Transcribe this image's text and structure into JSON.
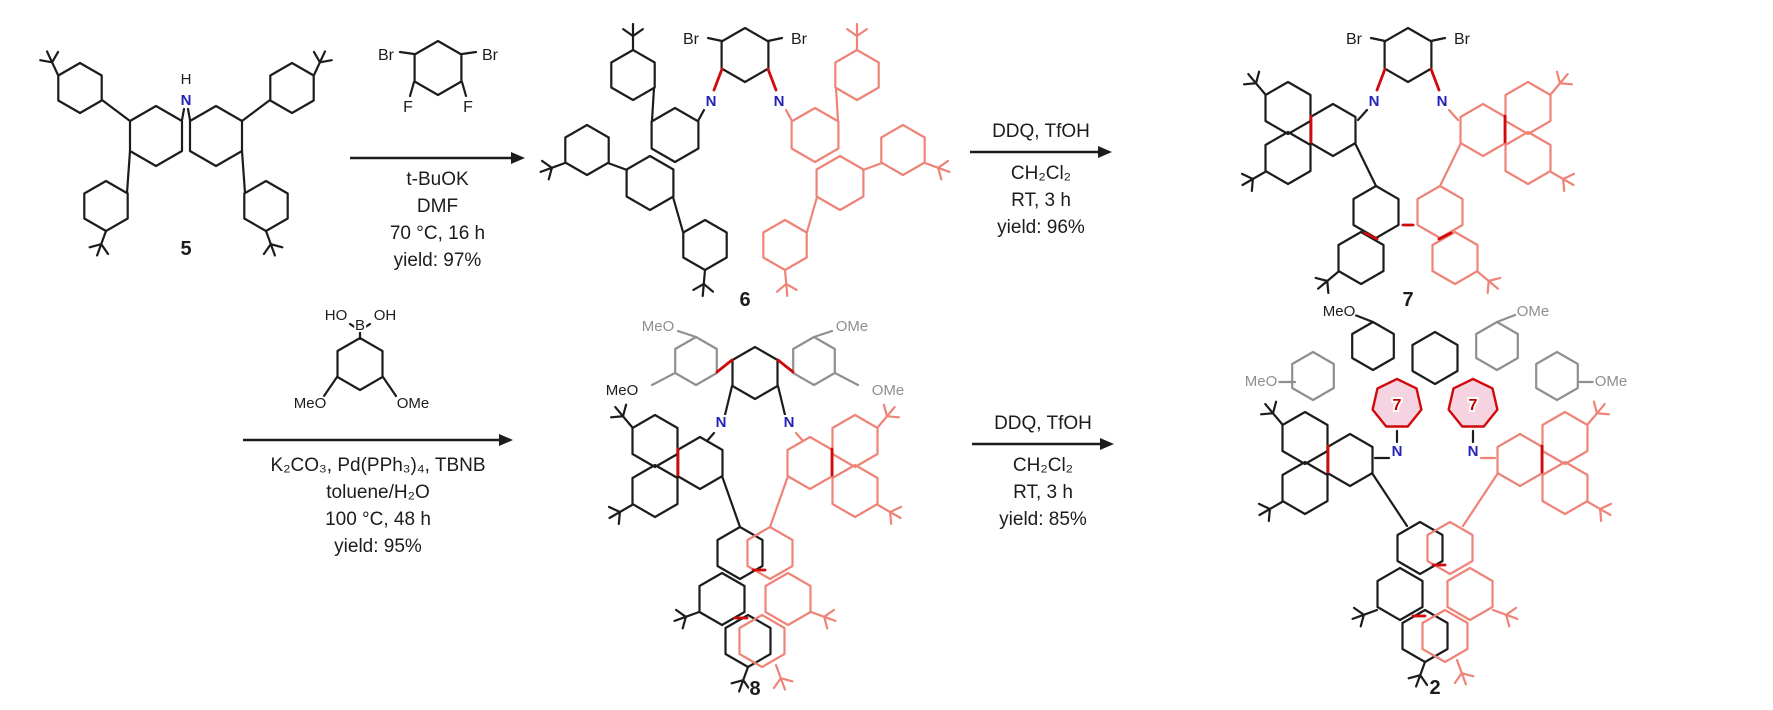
{
  "colors": {
    "black": "#1c1c1c",
    "salmon": "#ee8377",
    "bond_red": "#cf0a0a",
    "nitrogen_blue": "#2323b8",
    "gray": "#8f8f8f",
    "ring_pink": "#f6d3e0",
    "ring7_red": "#c00000"
  },
  "compounds": {
    "c5": {
      "number": "5",
      "atoms": {
        "NH_H": "H",
        "NH_N": "N"
      }
    },
    "c6": {
      "number": "6",
      "atoms": {
        "Br_left": "Br",
        "Br_right": "Br",
        "N_left": "N",
        "N_right": "N"
      }
    },
    "c7": {
      "number": "7",
      "atoms": {
        "Br_left": "Br",
        "Br_right": "Br",
        "N_left": "N",
        "N_right": "N"
      }
    },
    "c8": {
      "number": "8",
      "atoms": {
        "MeO_left_top": "MeO",
        "MeO_left": "MeO",
        "OMe_right_top": "OMe",
        "OMe_right": "OMe",
        "N_left": "N",
        "N_right": "N"
      }
    },
    "c2": {
      "number": "2",
      "atoms": {
        "MeO_top": "MeO",
        "OMe_top": "OMe",
        "MeO_left": "MeO",
        "OMe_right": "OMe",
        "ring7_left": "7",
        "ring7_right": "7",
        "N_left": "N",
        "N_right": "N"
      }
    }
  },
  "reactions": {
    "r1": {
      "reagent": {
        "Br_left": "Br",
        "Br_right": "Br",
        "F_left": "F",
        "F_right": "F"
      },
      "conditions": [
        "t-BuOK",
        "DMF",
        "70 °C, 16 h",
        "yield: 97%"
      ]
    },
    "r2": {
      "reagents_above": "DDQ, TfOH",
      "conditions": [
        "CH₂Cl₂",
        "RT, 3 h",
        "yield: 96%"
      ]
    },
    "r3": {
      "reagent": {
        "HO": "HO",
        "B": "B",
        "OH": "OH",
        "MeO": "MeO",
        "OMe": "OMe"
      },
      "conditions": [
        "K₂CO₃, Pd(PPh₃)₄, TBNB",
        "toluene/H₂O",
        "100 °C, 48 h",
        "yield: 95%"
      ]
    },
    "r4": {
      "reagents_above": "DDQ, TfOH",
      "conditions": [
        "CH₂Cl₂",
        "RT, 3 h",
        "yield: 85%"
      ]
    }
  }
}
